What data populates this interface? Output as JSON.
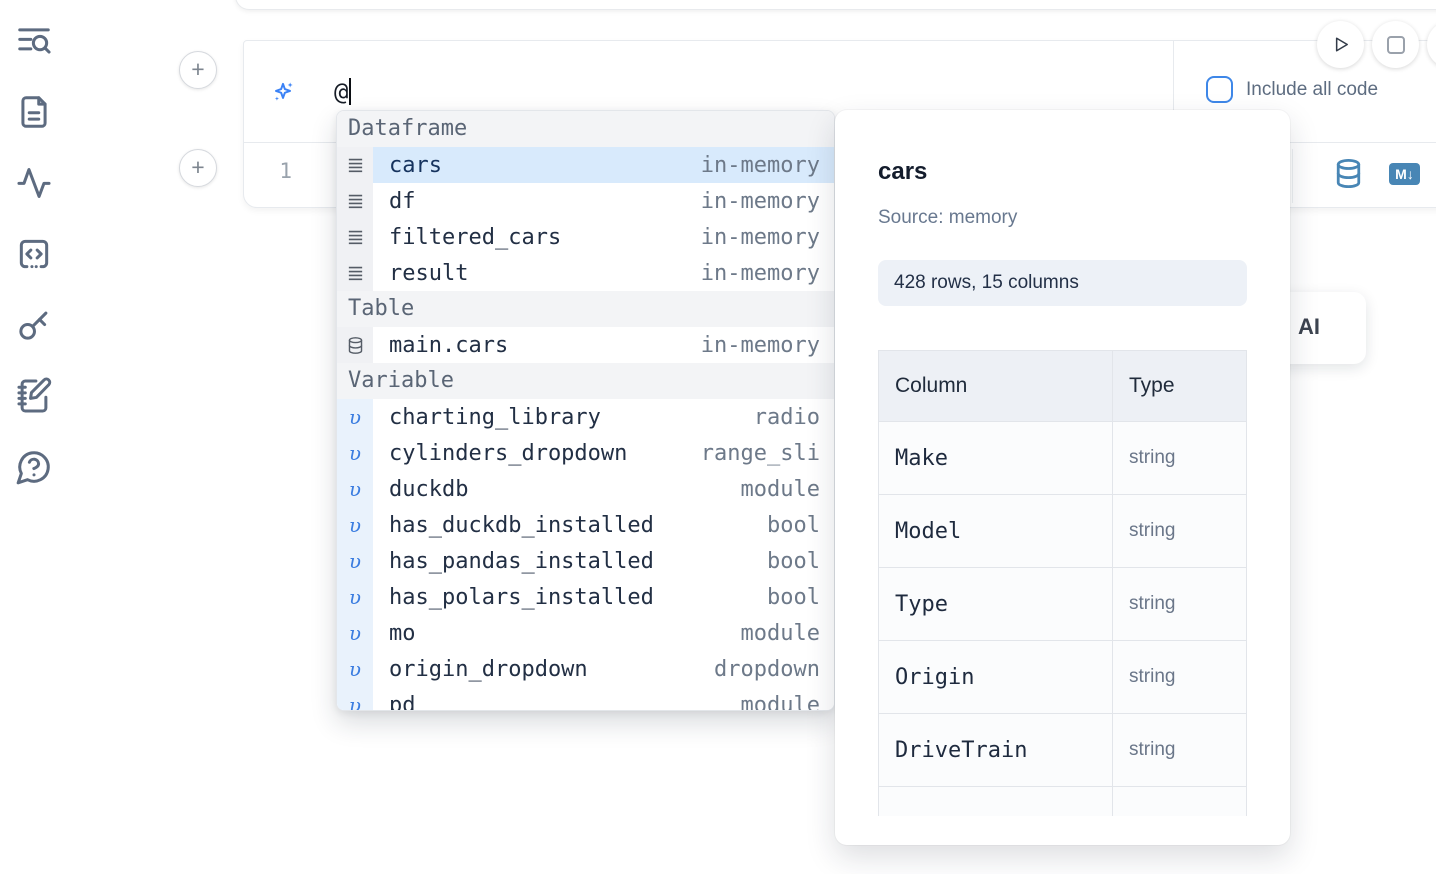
{
  "colors": {
    "accent_blue": "#3b82f6",
    "selection_blue": "#d8eafc",
    "steel_blue_icons": "#4886b5",
    "checkbox_blue": "#3e87e8",
    "sidebar_icon_gray": "#5d6b80"
  },
  "sidebar": {
    "items": [
      {
        "icon": "toc-search-icon"
      },
      {
        "icon": "file-document-icon"
      },
      {
        "icon": "activity-icon"
      },
      {
        "icon": "code-snippets-icon"
      },
      {
        "icon": "key-icon"
      },
      {
        "icon": "notebook-pen-icon"
      },
      {
        "icon": "help-bubble-icon"
      }
    ]
  },
  "cell": {
    "ai_prompt": {
      "icon": "sparkles-icon",
      "value": "@"
    },
    "include_all_code_label": "Include all code",
    "include_all_code_checked": false,
    "line_number": "1",
    "run_controls": [
      {
        "icon": "play-icon"
      },
      {
        "icon": "stop-icon"
      }
    ],
    "output_buttons": [
      {
        "icon": "database-icon"
      },
      {
        "icon": "markdown-icon",
        "label": "M↓"
      }
    ]
  },
  "ai_button": {
    "visible_label": "AI"
  },
  "completion": {
    "sections": [
      {
        "label": "Dataframe",
        "items": [
          {
            "icon": "rows-icon",
            "name": "cars",
            "meta": "in-memory",
            "selected": true
          },
          {
            "icon": "rows-icon",
            "name": "df",
            "meta": "in-memory"
          },
          {
            "icon": "rows-icon",
            "name": "filtered_cars",
            "meta": "in-memory"
          },
          {
            "icon": "rows-icon",
            "name": "result",
            "meta": "in-memory"
          }
        ]
      },
      {
        "label": "Table",
        "items": [
          {
            "icon": "database-icon",
            "name": "main.cars",
            "meta": "in-memory"
          }
        ]
      },
      {
        "label": "Variable",
        "items": [
          {
            "icon": "variable-icon",
            "name": "charting_library",
            "meta": "radio"
          },
          {
            "icon": "variable-icon",
            "name": "cylinders_dropdown",
            "meta": "range_sli"
          },
          {
            "icon": "variable-icon",
            "name": "duckdb",
            "meta": "module"
          },
          {
            "icon": "variable-icon",
            "name": "has_duckdb_installed",
            "meta": "bool"
          },
          {
            "icon": "variable-icon",
            "name": "has_pandas_installed",
            "meta": "bool"
          },
          {
            "icon": "variable-icon",
            "name": "has_polars_installed",
            "meta": "bool"
          },
          {
            "icon": "variable-icon",
            "name": "mo",
            "meta": "module"
          },
          {
            "icon": "variable-icon",
            "name": "origin_dropdown",
            "meta": "dropdown"
          },
          {
            "icon": "variable-icon",
            "name": "pd",
            "meta": "module",
            "clipped": true
          }
        ]
      }
    ]
  },
  "preview": {
    "title": "cars",
    "source": "Source: memory",
    "shape_badge": "428 rows, 15 columns",
    "table": {
      "headers": [
        "Column",
        "Type"
      ],
      "rows": [
        [
          "Make",
          "string"
        ],
        [
          "Model",
          "string"
        ],
        [
          "Type",
          "string"
        ],
        [
          "Origin",
          "string"
        ],
        [
          "DriveTrain",
          "string"
        ]
      ],
      "has_clipped_row": true
    }
  }
}
